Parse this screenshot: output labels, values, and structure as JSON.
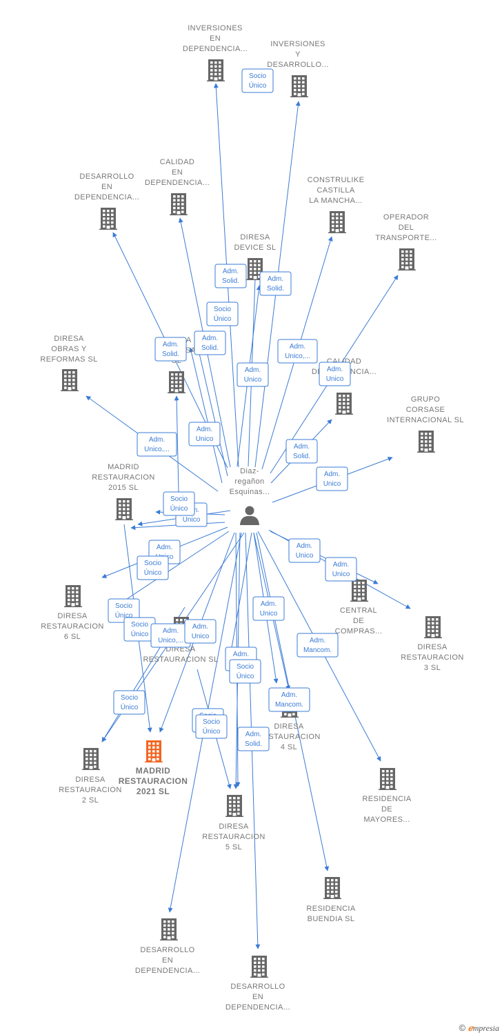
{
  "colors": {
    "edge": "#3a7bd5",
    "label_border": "#3a7bd5",
    "label_text": "#3a7bd5",
    "company_icon": "#666666",
    "focus_icon": "#f26522",
    "person_icon": "#666666",
    "node_text": "#777777"
  },
  "person": {
    "lines": [
      "Diaz-",
      "regañon",
      "Esquinas..."
    ],
    "icon": "person-icon"
  },
  "nodes": [
    {
      "id": "n01",
      "lines": [
        "INVERSIONES",
        "EN",
        "DEPENDENCIA..."
      ]
    },
    {
      "id": "n02",
      "lines": [
        "INVERSIONES",
        "Y",
        "DESARROLLO..."
      ]
    },
    {
      "id": "n03",
      "lines": [
        "DESARROLLO",
        "EN",
        "DEPENDENCIA..."
      ]
    },
    {
      "id": "n04",
      "lines": [
        "CALIDAD",
        "EN",
        "DEPENDENCIA..."
      ]
    },
    {
      "id": "n05",
      "lines": [
        "CONSTRULIKE",
        "CASTILLA",
        "LA MANCHA..."
      ]
    },
    {
      "id": "n06",
      "lines": [
        "OPERADOR",
        "DEL",
        "TRANSPORTE..."
      ]
    },
    {
      "id": "n07",
      "lines": [
        "DIRESA",
        "DEVICE SL"
      ]
    },
    {
      "id": "n08",
      "lines": [
        "DIRESA",
        "OBRAS Y",
        "REFORMAS  SL"
      ]
    },
    {
      "id": "n09",
      "lines": [
        "DIRESA",
        "EMPRESA",
        "SL"
      ]
    },
    {
      "id": "n10",
      "lines": [
        "CALIDAD",
        "DEPENDENCIA..."
      ]
    },
    {
      "id": "n11",
      "lines": [
        "GRUPO",
        "CORSASE",
        "INTERNACIONAL SL"
      ]
    },
    {
      "id": "n12",
      "lines": [
        "MADRID",
        "RESTAURACION",
        "2015  SL"
      ]
    },
    {
      "id": "n13",
      "lines": [
        "DIRESA",
        "RESTAURACION",
        "6  SL"
      ]
    },
    {
      "id": "n14",
      "lines": [
        "CENTRAL",
        "DE",
        "COMPRAS..."
      ]
    },
    {
      "id": "n15",
      "lines": [
        "DIRESA",
        "RESTAURACION",
        "3  SL"
      ]
    },
    {
      "id": "n16",
      "lines": [
        "DIRESA",
        "RESTAURACION SL"
      ]
    },
    {
      "id": "n17",
      "lines": [
        "DIRESA",
        "RESTAURACION",
        "4  SL"
      ]
    },
    {
      "id": "n18",
      "lines": [
        "DIRESA",
        "RESTAURACION",
        "2 SL"
      ]
    },
    {
      "id": "n19",
      "lines": [
        "MADRID",
        "RESTAURACION",
        "2021  SL"
      ],
      "focus": true
    },
    {
      "id": "n20",
      "lines": [
        "RESIDENCIA",
        "DE",
        "MAYORES..."
      ]
    },
    {
      "id": "n21",
      "lines": [
        "DIRESA",
        "RESTAURACION",
        "5  SL"
      ]
    },
    {
      "id": "n22",
      "lines": [
        "RESIDENCIA",
        "BUENDIA SL"
      ]
    },
    {
      "id": "n23",
      "lines": [
        "DESARROLLO",
        "EN",
        "DEPENDENCIA..."
      ]
    },
    {
      "id": "n24",
      "lines": [
        "DESARROLLO",
        "EN",
        "DEPENDENCIA..."
      ]
    }
  ],
  "relationships": [
    {
      "id": "r01",
      "lines": [
        "Socio",
        "Único"
      ]
    },
    {
      "id": "r02",
      "lines": [
        "Adm.",
        "Solid."
      ]
    },
    {
      "id": "r03",
      "lines": [
        "Adm.",
        "Solid."
      ]
    },
    {
      "id": "r04",
      "lines": [
        "Socio",
        "Único"
      ]
    },
    {
      "id": "r05",
      "lines": [
        "Adm.",
        "Solid."
      ]
    },
    {
      "id": "r06",
      "lines": [
        "Adm.",
        "Solid."
      ]
    },
    {
      "id": "r07",
      "lines": [
        "Adm.",
        "Unico,..."
      ]
    },
    {
      "id": "r08",
      "lines": [
        "Adm.",
        "Unico"
      ]
    },
    {
      "id": "r09",
      "lines": [
        "Adm.",
        "Unico"
      ]
    },
    {
      "id": "r10",
      "lines": [
        "Adm.",
        "Unico"
      ]
    },
    {
      "id": "r11",
      "lines": [
        "Adm.",
        "Unico,..."
      ]
    },
    {
      "id": "r12",
      "lines": [
        "Adm.",
        "Solid."
      ]
    },
    {
      "id": "r13",
      "lines": [
        "Adm.",
        "Unico"
      ]
    },
    {
      "id": "r14",
      "lines": [
        "Adm.",
        "Unico"
      ]
    },
    {
      "id": "r15",
      "lines": [
        "Socio",
        "Único"
      ]
    },
    {
      "id": "r16",
      "lines": [
        "Adm.",
        "Unico"
      ]
    },
    {
      "id": "r17",
      "lines": [
        "Socio",
        "Único"
      ]
    },
    {
      "id": "r18",
      "lines": [
        "Adm.",
        "Unico"
      ]
    },
    {
      "id": "r19",
      "lines": [
        "Adm.",
        "Unico"
      ]
    },
    {
      "id": "r20",
      "lines": [
        "Socio",
        "Único"
      ]
    },
    {
      "id": "r21",
      "lines": [
        "Socio",
        "Único"
      ]
    },
    {
      "id": "r22",
      "lines": [
        "Adm.",
        "Unico,..."
      ]
    },
    {
      "id": "r23",
      "lines": [
        "Adm.",
        "Unico"
      ]
    },
    {
      "id": "r24",
      "lines": [
        "Adm.",
        "Unico"
      ]
    },
    {
      "id": "r25",
      "lines": [
        "Adm.",
        "Mancom."
      ]
    },
    {
      "id": "r26",
      "lines": [
        "Adm.",
        "Unico"
      ]
    },
    {
      "id": "r27",
      "lines": [
        "Socio",
        "Único"
      ]
    },
    {
      "id": "r28",
      "lines": [
        "Socio",
        "Único"
      ]
    },
    {
      "id": "r29",
      "lines": [
        "Adm.",
        "Mancom."
      ]
    },
    {
      "id": "r30",
      "lines": [
        "Socio",
        "Único"
      ]
    },
    {
      "id": "r31",
      "lines": [
        "Socio",
        "Único"
      ]
    },
    {
      "id": "r32",
      "lines": [
        "Adm.",
        "Solid."
      ]
    }
  ],
  "copyright": {
    "symbol": "©",
    "brand_initial": "ℯ",
    "brand_rest": "mpresia"
  }
}
